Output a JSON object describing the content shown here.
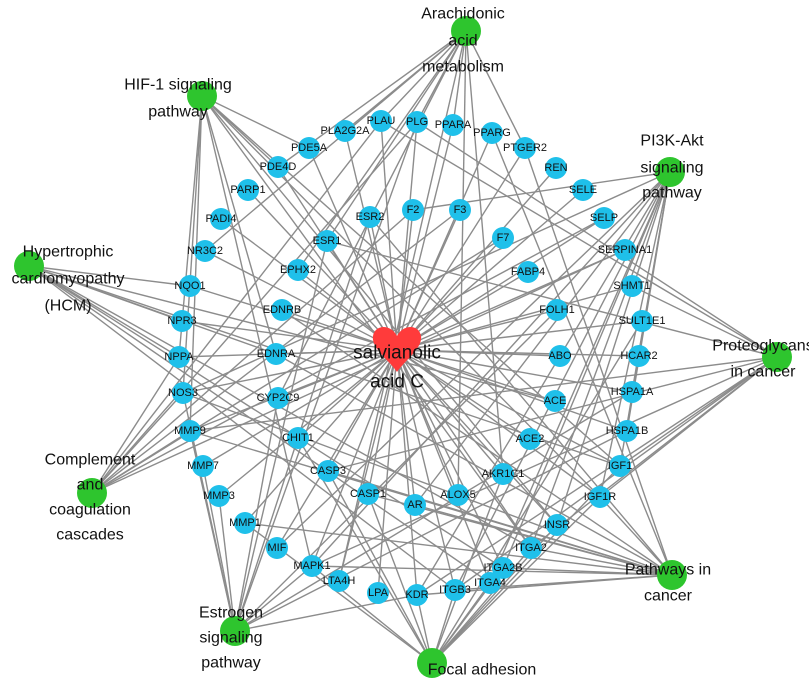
{
  "network": {
    "colors": {
      "target": "#1fc0ea",
      "pathway": "#2ec52e",
      "center": "#ff3b3b",
      "edge": "#8c8c8c"
    },
    "center": {
      "id": "center",
      "label": [
        "salvianolic",
        "acid C"
      ]
    },
    "pathways": [
      {
        "id": "p_ara",
        "label": [
          "Arachidonic",
          "acid",
          "metabolism"
        ]
      },
      {
        "id": "p_hif",
        "label": [
          "HIF-1 signaling",
          "pathway"
        ]
      },
      {
        "id": "p_pi3k",
        "label": [
          "PI3K-Akt",
          "signaling",
          "pathway"
        ]
      },
      {
        "id": "p_hcm",
        "label": [
          "Hypertrophic",
          "cardiomyopathy",
          "(HCM)"
        ]
      },
      {
        "id": "p_prot",
        "label": [
          "Proteoglycans",
          "in cancer"
        ]
      },
      {
        "id": "p_comp",
        "label": [
          "Complement",
          "and",
          "coagulation",
          "cascades"
        ]
      },
      {
        "id": "p_pic",
        "label": [
          "Pathways in",
          "cancer"
        ]
      },
      {
        "id": "p_est",
        "label": [
          "Estrogen",
          "signaling",
          "pathway"
        ]
      },
      {
        "id": "p_focal",
        "label": [
          "Focal adhesion"
        ]
      }
    ],
    "targets": [
      {
        "id": "PLAU",
        "label": "PLAU"
      },
      {
        "id": "PLG",
        "label": "PLG"
      },
      {
        "id": "PPARA",
        "label": "PPARA"
      },
      {
        "id": "PLA2G2A",
        "label": "PLA2G2A"
      },
      {
        "id": "PPARG",
        "label": "PPARG"
      },
      {
        "id": "PDE5A",
        "label": "PDE5A"
      },
      {
        "id": "PTGER2",
        "label": "PTGER2"
      },
      {
        "id": "PDE4D",
        "label": "PDE4D"
      },
      {
        "id": "REN",
        "label": "REN"
      },
      {
        "id": "PARP1",
        "label": "PARP1"
      },
      {
        "id": "SELE",
        "label": "SELE"
      },
      {
        "id": "F2",
        "label": "F2"
      },
      {
        "id": "F3",
        "label": "F3"
      },
      {
        "id": "ESR2",
        "label": "ESR2"
      },
      {
        "id": "PADI4",
        "label": "PADI4"
      },
      {
        "id": "SELP",
        "label": "SELP"
      },
      {
        "id": "F7",
        "label": "F7"
      },
      {
        "id": "ESR1",
        "label": "ESR1"
      },
      {
        "id": "SERPINA1",
        "label": "SERPINA1"
      },
      {
        "id": "NR3C2",
        "label": "NR3C2"
      },
      {
        "id": "EPHX2",
        "label": "EPHX2"
      },
      {
        "id": "FABP4",
        "label": "FABP4"
      },
      {
        "id": "NQO1",
        "label": "NQO1"
      },
      {
        "id": "SHMT1",
        "label": "SHMT1"
      },
      {
        "id": "EDNRB",
        "label": "EDNRB"
      },
      {
        "id": "FOLH1",
        "label": "FOLH1"
      },
      {
        "id": "NPR3",
        "label": "NPR3"
      },
      {
        "id": "SULT1E1",
        "label": "SULT1E1"
      },
      {
        "id": "NPPA",
        "label": "NPPA"
      },
      {
        "id": "EDNRA",
        "label": "EDNRA"
      },
      {
        "id": "ABO",
        "label": "ABO"
      },
      {
        "id": "HCAR2",
        "label": "HCAR2"
      },
      {
        "id": "NOS3",
        "label": "NOS3"
      },
      {
        "id": "CYP2C9",
        "label": "CYP2C9"
      },
      {
        "id": "ACE",
        "label": "ACE"
      },
      {
        "id": "HSPA1A",
        "label": "HSPA1A"
      },
      {
        "id": "MMP9",
        "label": "MMP9"
      },
      {
        "id": "CHIT1",
        "label": "CHIT1"
      },
      {
        "id": "ACE2",
        "label": "ACE2"
      },
      {
        "id": "HSPA1B",
        "label": "HSPA1B"
      },
      {
        "id": "MMP7",
        "label": "MMP7"
      },
      {
        "id": "CASP3",
        "label": "CASP3"
      },
      {
        "id": "AKR1C1",
        "label": "AKR1C1"
      },
      {
        "id": "IGF1",
        "label": "IGF1"
      },
      {
        "id": "MMP3",
        "label": "MMP3"
      },
      {
        "id": "CASP1",
        "label": "CASP1"
      },
      {
        "id": "AR",
        "label": "AR"
      },
      {
        "id": "ALOX5",
        "label": "ALOX5"
      },
      {
        "id": "IGF1R",
        "label": "IGF1R"
      },
      {
        "id": "MMP1",
        "label": "MMP1"
      },
      {
        "id": "INSR",
        "label": "INSR"
      },
      {
        "id": "MIF",
        "label": "MIF"
      },
      {
        "id": "ITGA2",
        "label": "ITGA2"
      },
      {
        "id": "MAPK1",
        "label": "MAPK1"
      },
      {
        "id": "ITGA2B",
        "label": "ITGA2B"
      },
      {
        "id": "LTA4H",
        "label": "LTA4H"
      },
      {
        "id": "LPA",
        "label": "LPA"
      },
      {
        "id": "KDR",
        "label": "KDR"
      },
      {
        "id": "ITGB3",
        "label": "ITGB3"
      },
      {
        "id": "ITGA4",
        "label": "ITGA4"
      }
    ],
    "edges": [
      [
        "p_ara",
        "PLAU"
      ],
      [
        "p_ara",
        "PLG"
      ],
      [
        "p_ara",
        "PPARA"
      ],
      [
        "p_ara",
        "PLA2G2A"
      ],
      [
        "p_ara",
        "PDE4D"
      ],
      [
        "p_ara",
        "ESR1"
      ],
      [
        "p_ara",
        "EPHX2"
      ],
      [
        "p_ara",
        "CYP2C9"
      ],
      [
        "p_ara",
        "ALOX5"
      ],
      [
        "p_ara",
        "LTA4H"
      ],
      [
        "p_ara",
        "AKR1C1"
      ],
      [
        "p_ara",
        "PTGER2"
      ],
      [
        "p_ara",
        "NR3C2"
      ],
      [
        "p_hif",
        "PDE5A"
      ],
      [
        "p_hif",
        "PDE4D"
      ],
      [
        "p_hif",
        "NOS3"
      ],
      [
        "p_hif",
        "INSR"
      ],
      [
        "p_hif",
        "IGF1"
      ],
      [
        "p_hif",
        "IGF1R"
      ],
      [
        "p_hif",
        "MAPK1"
      ],
      [
        "p_hif",
        "NPPA"
      ],
      [
        "p_hif",
        "MMP9"
      ],
      [
        "p_hif",
        "EDNRA"
      ],
      [
        "p_hif",
        "ITGA2"
      ],
      [
        "p_pi3k",
        "KDR"
      ],
      [
        "p_pi3k",
        "ITGB3"
      ],
      [
        "p_pi3k",
        "ITGA4"
      ],
      [
        "p_pi3k",
        "ITGA2B"
      ],
      [
        "p_pi3k",
        "INSR"
      ],
      [
        "p_pi3k",
        "IGF1R"
      ],
      [
        "p_pi3k",
        "IGF1"
      ],
      [
        "p_pi3k",
        "MAPK1"
      ],
      [
        "p_pi3k",
        "NOS3"
      ],
      [
        "p_pi3k",
        "ITGA2"
      ],
      [
        "p_pi3k",
        "HSPA1A"
      ],
      [
        "p_pi3k",
        "HSPA1B"
      ],
      [
        "p_pi3k",
        "F2"
      ],
      [
        "p_pi3k",
        "AR"
      ],
      [
        "p_pi3k",
        "MIF"
      ],
      [
        "p_hcm",
        "ITGA2"
      ],
      [
        "p_hcm",
        "ITGB3"
      ],
      [
        "p_hcm",
        "ITGA4"
      ],
      [
        "p_hcm",
        "ITGA2B"
      ],
      [
        "p_hcm",
        "IGF1"
      ],
      [
        "p_hcm",
        "ACE"
      ],
      [
        "p_hcm",
        "NPPA"
      ],
      [
        "p_hcm",
        "EDNRA"
      ],
      [
        "p_hcm",
        "NQO1"
      ],
      [
        "p_hcm",
        "NPR3"
      ],
      [
        "p_prot",
        "MMP9"
      ],
      [
        "p_prot",
        "ESR1"
      ],
      [
        "p_prot",
        "IGF1"
      ],
      [
        "p_prot",
        "IGF1R"
      ],
      [
        "p_prot",
        "PLAU"
      ],
      [
        "p_prot",
        "PLG"
      ],
      [
        "p_prot",
        "MAPK1"
      ],
      [
        "p_prot",
        "KDR"
      ],
      [
        "p_prot",
        "ITGB3"
      ],
      [
        "p_prot",
        "CASP3"
      ],
      [
        "p_prot",
        "ITGA2"
      ],
      [
        "p_prot",
        "SHMT1"
      ],
      [
        "p_comp",
        "PLG"
      ],
      [
        "p_comp",
        "PLAU"
      ],
      [
        "p_comp",
        "F2"
      ],
      [
        "p_comp",
        "F3"
      ],
      [
        "p_comp",
        "F7"
      ],
      [
        "p_comp",
        "SERPINA1"
      ],
      [
        "p_comp",
        "SELP"
      ],
      [
        "p_comp",
        "NOS3"
      ],
      [
        "p_comp",
        "MMP9"
      ],
      [
        "p_comp",
        "NPPA"
      ],
      [
        "p_pic",
        "EDNRA"
      ],
      [
        "p_pic",
        "EDNRB"
      ],
      [
        "p_pic",
        "AR"
      ],
      [
        "p_pic",
        "CASP3"
      ],
      [
        "p_pic",
        "IGF1R"
      ],
      [
        "p_pic",
        "ITGA2"
      ],
      [
        "p_pic",
        "ITGA2B"
      ],
      [
        "p_pic",
        "ITGB3"
      ],
      [
        "p_pic",
        "KDR"
      ],
      [
        "p_pic",
        "MAPK1"
      ],
      [
        "p_pic",
        "MMP1"
      ],
      [
        "p_pic",
        "MMP9"
      ],
      [
        "p_pic",
        "PPARG"
      ],
      [
        "p_pic",
        "PTGER2"
      ],
      [
        "p_pic",
        "CASP1"
      ],
      [
        "p_pic",
        "ESR2"
      ],
      [
        "p_pic",
        "NOS3"
      ],
      [
        "p_est",
        "ESR1"
      ],
      [
        "p_est",
        "ESR2"
      ],
      [
        "p_est",
        "NOS3"
      ],
      [
        "p_est",
        "MAPK1"
      ],
      [
        "p_est",
        "MMP9"
      ],
      [
        "p_est",
        "HSPA1A"
      ],
      [
        "p_est",
        "HSPA1B"
      ],
      [
        "p_est",
        "KDR"
      ],
      [
        "p_est",
        "PLG"
      ],
      [
        "p_est",
        "FOLH1"
      ],
      [
        "p_est",
        "MMP3"
      ],
      [
        "p_est",
        "CYP2C9"
      ],
      [
        "p_est",
        "MMP7"
      ],
      [
        "p_focal",
        "ITGA2"
      ],
      [
        "p_focal",
        "ITGA2B"
      ],
      [
        "p_focal",
        "ITGA4"
      ],
      [
        "p_focal",
        "ITGB3"
      ],
      [
        "p_focal",
        "KDR"
      ],
      [
        "p_focal",
        "IGF1"
      ],
      [
        "p_focal",
        "IGF1R"
      ],
      [
        "p_focal",
        "MAPK1"
      ],
      [
        "p_focal",
        "CHIT1"
      ],
      [
        "p_focal",
        "MMP1"
      ],
      [
        "p_focal",
        "CASP1"
      ],
      [
        "p_focal",
        "CASP3"
      ],
      [
        "p_focal",
        "INSR"
      ],
      [
        "p_focal",
        "AKR1C1"
      ],
      [
        "p_focal",
        "SULT1E1"
      ]
    ]
  }
}
